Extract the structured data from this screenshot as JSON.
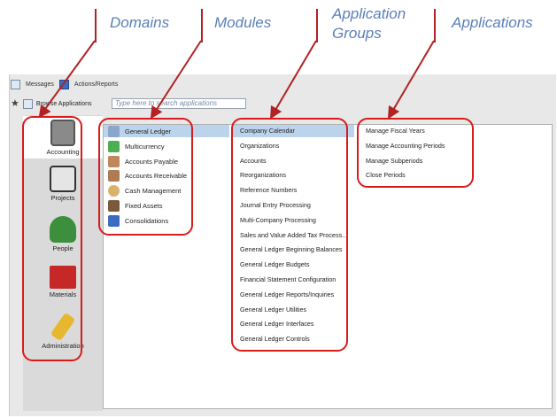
{
  "callouts": {
    "domains": "Domains",
    "modules": "Modules",
    "groups_line1": "Application",
    "groups_line2": "Groups",
    "applications": "Applications"
  },
  "toolbar": {
    "messages": "Messages",
    "actions_reports": "Actions/Reports",
    "browse": "Browse Applications",
    "search_placeholder": "Type here to search applications"
  },
  "domains": [
    {
      "label": "Accounting",
      "icon": "accounting-icon"
    },
    {
      "label": "Projects",
      "icon": "projects-icon"
    },
    {
      "label": "People",
      "icon": "people-icon"
    },
    {
      "label": "Materials",
      "icon": "materials-icon"
    },
    {
      "label": "Administration",
      "icon": "administration-icon"
    }
  ],
  "modules": [
    {
      "label": "General Ledger",
      "icon": "general-ledger-icon"
    },
    {
      "label": "Multicurrency",
      "icon": "multicurrency-icon"
    },
    {
      "label": "Accounts Payable",
      "icon": "accounts-payable-icon"
    },
    {
      "label": "Accounts Receivable",
      "icon": "accounts-receivable-icon"
    },
    {
      "label": "Cash Management",
      "icon": "cash-management-icon"
    },
    {
      "label": "Fixed Assets",
      "icon": "fixed-assets-icon"
    },
    {
      "label": "Consolidations",
      "icon": "consolidations-icon"
    }
  ],
  "groups": [
    "Company Calendar",
    "Organizations",
    "Accounts",
    "Reorganizations",
    "Reference Numbers",
    "Journal Entry Processing",
    "Multi-Company Processing",
    "Sales and Value Added Tax Process...",
    "General Ledger Beginning Balances",
    "General Ledger Budgets",
    "Financial Statement Configuration",
    "General Ledger Reports/Inquiries",
    "General Ledger Utilities",
    "General Ledger Interfaces",
    "General Ledger Controls"
  ],
  "applications": [
    "Manage Fiscal Years",
    "Manage Accounting Periods",
    "Manage Subperiods",
    "Close Periods"
  ],
  "colors": {
    "highlight": "#d81b1b",
    "callout_text": "#5b7fb8",
    "selection": "#bcd3ec"
  }
}
